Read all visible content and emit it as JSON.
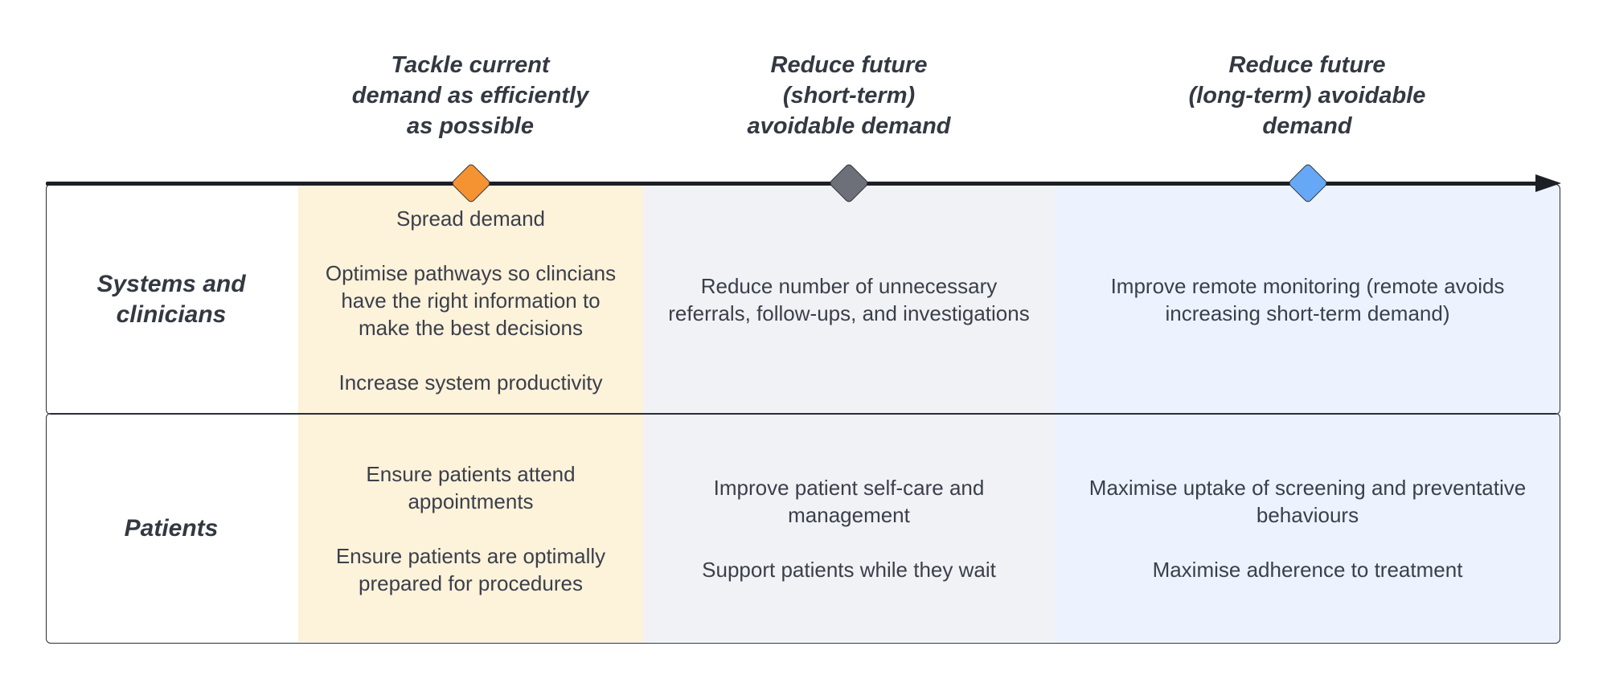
{
  "colors": {
    "band_current": "#fdf2da",
    "band_short_term": "#f0f2f5",
    "band_long_term": "#ecf3fe",
    "diamond_current": "#f59232",
    "diamond_short_term": "#6d7079",
    "diamond_long_term": "#66a8f5",
    "axis": "#1c1f26"
  },
  "columns": [
    {
      "title": "Tackle current\ndemand as efficiently\nas possible"
    },
    {
      "title": "Reduce future\n(short-term)\navoidable demand"
    },
    {
      "title": "Reduce future\n(long-term) avoidable\ndemand"
    }
  ],
  "rows": [
    {
      "label": "Systems and\nclinicians",
      "cells": [
        {
          "items": [
            "Spread demand",
            "Optimise pathways so clincians\nhave the right information to\nmake the best decisions",
            "Increase system productivity"
          ]
        },
        {
          "items": [
            "Reduce number of unnecessary\nreferrals, follow-ups, and investigations"
          ]
        },
        {
          "items": [
            "Improve remote monitoring (remote avoids\nincreasing short-term demand)"
          ]
        }
      ]
    },
    {
      "label": "Patients",
      "cells": [
        {
          "items": [
            "Ensure patients attend\nappointments",
            "Ensure patients are optimally\nprepared for procedures"
          ]
        },
        {
          "items": [
            "Improve patient self-care and\nmanagement",
            "Support patients while they wait"
          ]
        },
        {
          "items": [
            "Maximise uptake of screening and preventative\nbehaviours",
            "Maximise adherence to treatment"
          ]
        }
      ]
    }
  ]
}
